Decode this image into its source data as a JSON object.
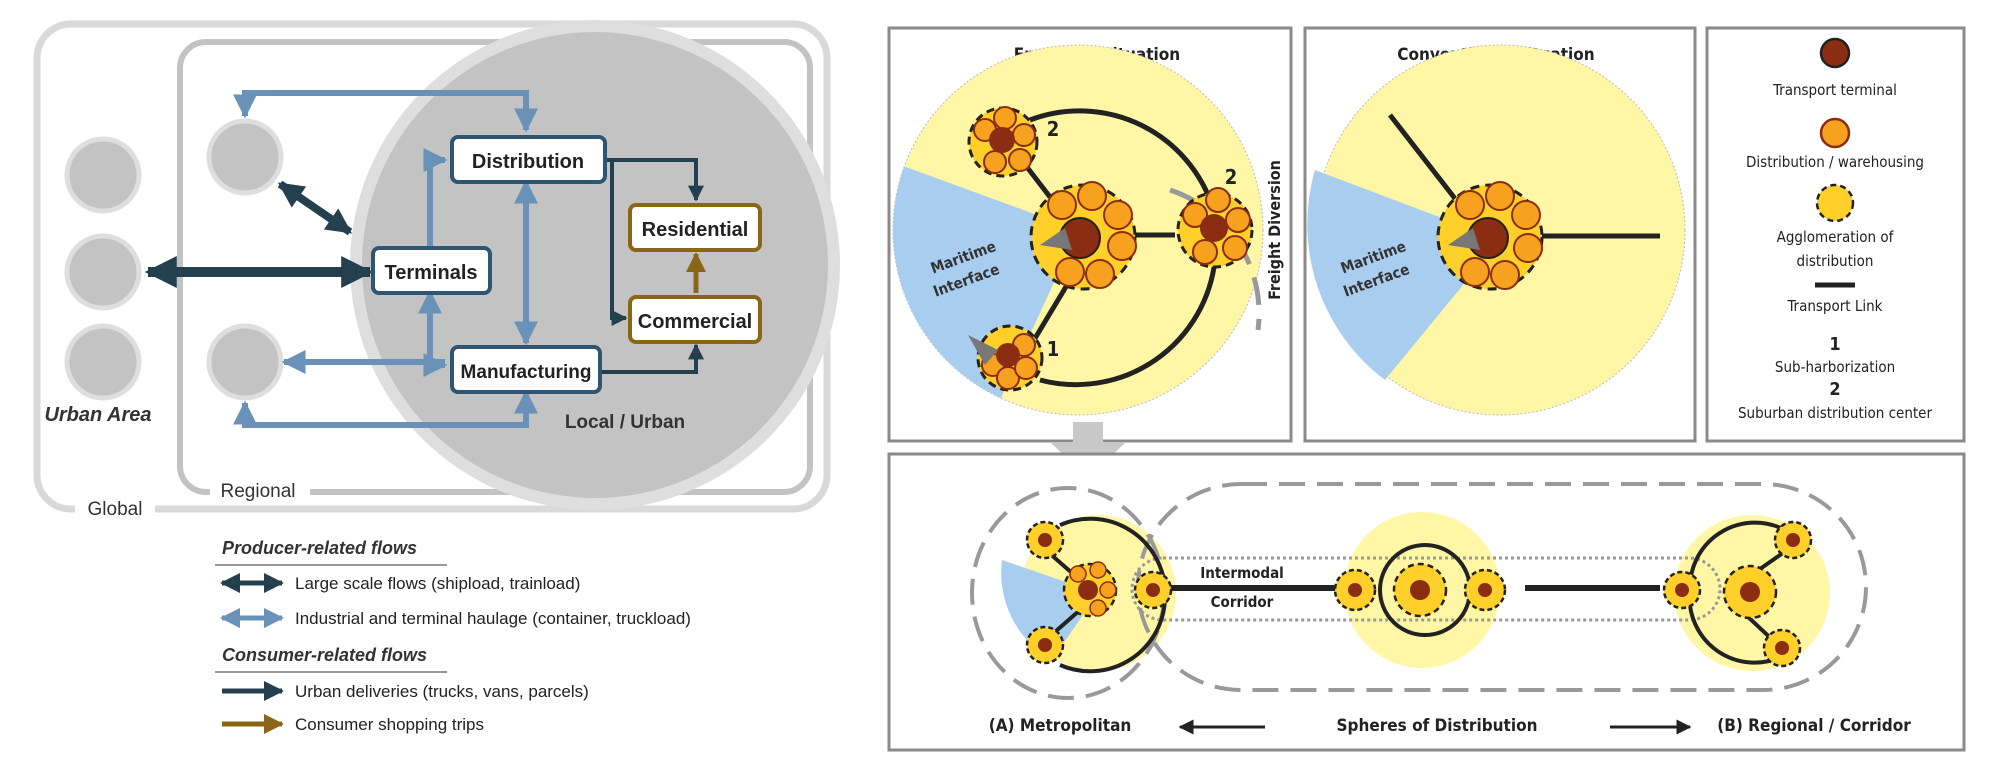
{
  "left": {
    "nodes": {
      "distribution": "Distribution",
      "terminals": "Terminals",
      "manufacturing": "Manufacturing",
      "residential": "Residential",
      "commercial": "Commercial"
    },
    "zones": {
      "urban_area": "Urban Area",
      "global": "Global",
      "regional": "Regional",
      "local_urban": "Local / Urban"
    },
    "legend": {
      "producer_heading": "Producer-related flows",
      "producer_items": [
        "Large scale flows (shipload, trainload)",
        "Industrial and terminal haulage (container, truckload)"
      ],
      "consumer_heading": "Consumer-related flows",
      "consumer_items": [
        "Urban deliveries (trucks, vans, parcels)",
        "Consumer shopping trips"
      ]
    }
  },
  "right": {
    "emerging": {
      "title": "Emerging Situation",
      "maritime_label_1": "Maritime",
      "maritime_label_2": "Interface",
      "freight_diversion": "Freight Diversion",
      "mark_1": "1",
      "mark_2a": "2",
      "mark_2b": "2"
    },
    "conventional": {
      "title": "Conventional Situation",
      "maritime_label_1": "Maritime",
      "maritime_label_2": "Interface"
    },
    "key": {
      "transport_terminal": "Transport terminal",
      "distribution_warehousing": "Distribution / warehousing",
      "agglomeration_1": "Agglomeration of",
      "agglomeration_2": "distribution",
      "transport_link": "Transport Link",
      "num_1": "1",
      "sub_harborization": "Sub-harborization",
      "num_2": "2",
      "suburban_center": "Suburban distribution center"
    },
    "bottom": {
      "intermodal_1": "Intermodal",
      "intermodal_2": "Corridor",
      "metropolitan": "(A) Metropolitan",
      "spheres": "Spheres of Distribution",
      "regional_corridor": "(B) Regional  / Corridor"
    }
  },
  "colors": {
    "light_blue_arrow": "#6a92b8",
    "dark_teal_arrow": "#243f4d",
    "brown_arrow": "#8a6516",
    "yellow_fill": "#fff6a6",
    "terminal_fill": "#8a2d12",
    "warehouse_fill": "#f6a21e",
    "maritime_fill": "#a9cdee"
  }
}
